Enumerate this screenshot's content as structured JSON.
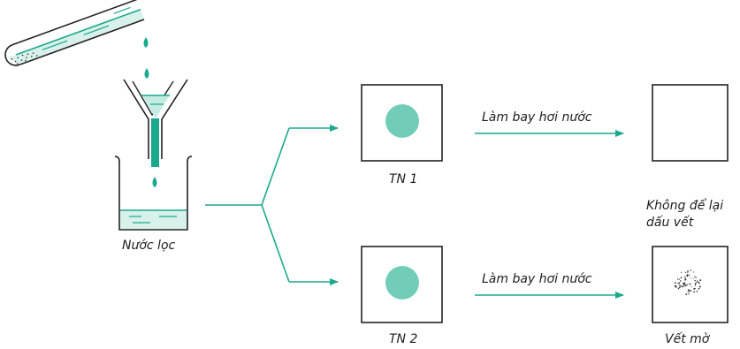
{
  "labels": {
    "filtrate": "Nước lọc",
    "tn1": "TN 1",
    "tn2": "TN 2",
    "evaporate_top": "Làm bay hơi nước",
    "evaporate_bottom": "Làm bay hơi nước",
    "no_trace_line1": "Không để lại",
    "no_trace_line2": "dấu vết",
    "faint_mark": "Vết mờ"
  },
  "colors": {
    "teal": "#1aa98d",
    "spot": "#72cdb8",
    "outline": "#222222",
    "residue": "#333333"
  }
}
